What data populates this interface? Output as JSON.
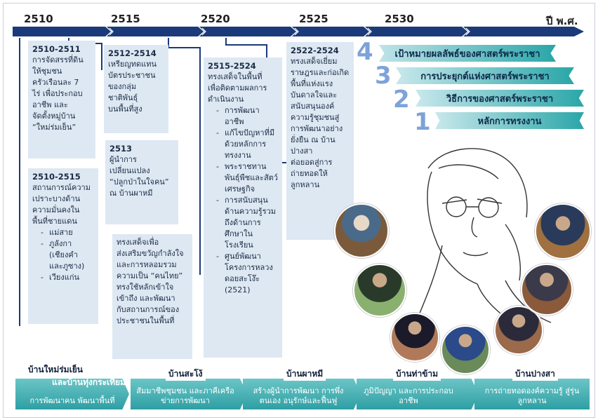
{
  "years": [
    "2510",
    "2515",
    "2520",
    "2525",
    "2530"
  ],
  "unit_label": "ปี พ.ศ.",
  "colors": {
    "timeline": "#1b3a7a",
    "box": "#dde8f3",
    "ribbon": "#2aa6a8",
    "village": "#3fb0b4"
  },
  "boxes": {
    "b1": {
      "period": "2510-2511",
      "text": [
        "การจัดสรรที่ดิน",
        "ให้ชุมชน",
        "ครัวเรือนละ 7",
        "ไร่ เพื่อประกอบ",
        "อาชีพ และ",
        "จัดตั้งหมู่บ้าน",
        "“ใหม่ร่มเย็น”"
      ]
    },
    "b2": {
      "period": "2510-2515",
      "text": [
        "สถานการณ์ความ",
        "เปราะบางด้าน",
        "ความมั่นคงใน",
        "พื้นที่ชายแดน"
      ],
      "items": [
        "แม่สาย",
        "ภูลังกา (เชียงคำ และภูซาง)",
        "เวียงแก่น"
      ]
    },
    "b3": {
      "period": "2512-2514",
      "text": [
        "เหรียญทดแทน",
        "บัตรประชาชน",
        "ของกลุ่มชาติพันธุ์",
        "บนพื้นที่สูง"
      ]
    },
    "b4": {
      "period": "2513",
      "text": [
        "ผู้นำการ",
        "เปลี่ยนแปลง",
        "“ปลูกป่าในใจคน”",
        "ณ บ้านผาหมี"
      ]
    },
    "b5": {
      "text": [
        "ทรงเสด็จเพื่อ",
        "ส่งเสริมขวัญกำลังใจ",
        "และการหลอมรวม",
        "ความเป็น “คนไทย”",
        "ทรงใช้หลักเข้าใจ",
        "เข้าถึง และพัฒนา",
        "กับสถานการณ์ของ",
        "ประชาชนในพื้นที่"
      ]
    },
    "b6": {
      "period": "2515-2524",
      "text": [
        "ทรงเสด็จในพื้นที่",
        "เพื่อติดตามผลการ",
        "ดำเนินงาน"
      ],
      "items": [
        "การพัฒนาอาชีพ",
        "แก้ไขปัญหาที่มีด้วยหลักการทรงงาน",
        "พระราชทานพันธุ์พืชและสัตว์เศรษฐกิจ",
        "การสนับสนุนด้านความรู้รวมถึงด้านการศึกษาในโรงเรียน",
        "ศูนย์พัฒนาโครงการหลวงดอยสะโง๊ะ (2521)"
      ]
    },
    "b7": {
      "period": "2522-2524",
      "text": [
        "ทรงเสด็จเยี่ยม",
        "ราษฎรและก่อเกิด",
        "พื้นที่แห่งแรง",
        "บันดาลใจและ",
        "สนับสนุนองค์",
        "ความรู้ชุมชนสู่",
        "การพัฒนาอย่าง",
        "ยั่งยืน ณ บ้าน",
        "ปางสา",
        "ต่อยอดสู่การ",
        "ถ่ายทอดให้",
        "ลูกหลาน"
      ]
    }
  },
  "ribbons": [
    {
      "num": "4",
      "label": "เป้าหมายผลลัพธ์ของศาสตร์พระราชา"
    },
    {
      "num": "3",
      "label": "การประยุกต์แห่งศาสตร์พระราชา"
    },
    {
      "num": "2",
      "label": "วิธีการของศาสตร์พระราชา"
    },
    {
      "num": "1",
      "label": "หลักการทรงงาน"
    }
  ],
  "villages": [
    {
      "name": "บ้านใหม่ร่มเย็น",
      "name2": "และบ้านทุ่งกระเทียม",
      "desc": "การพัฒนาคน พัฒนาพื้นที่"
    },
    {
      "name": "บ้านสะโง้",
      "desc": "สัมมาชีพชุมชน และภาคีเครือข่ายการพัฒนา"
    },
    {
      "name": "บ้านผาหมี",
      "desc": "สร้างผู้นำการพัฒนา การพึ่งตนเอง อนุรักษ์และฟื้นฟู"
    },
    {
      "name": "บ้านท่าข้าม",
      "desc": "ภูมิปัญญา และการประกอบอาชีพ"
    },
    {
      "name": "บ้านปางสา",
      "desc": "การถ่ายทอดองค์ความรู้ สู่รุ่นลูกหลาน"
    }
  ]
}
